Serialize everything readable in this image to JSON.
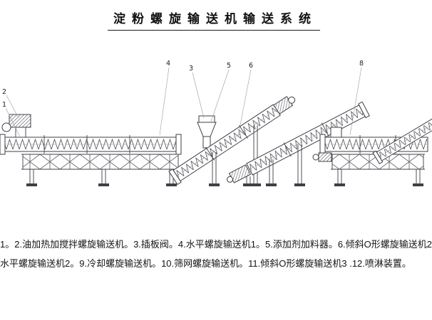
{
  "page": {
    "title": "淀粉螺旋输送机输送系统"
  },
  "diagram": {
    "callouts": [
      {
        "label": "1"
      },
      {
        "label": "2"
      },
      {
        "label": "3"
      },
      {
        "label": "4"
      },
      {
        "label": "5"
      },
      {
        "label": "6"
      },
      {
        "label": "8"
      }
    ]
  },
  "caption": {
    "line1": "1。2.油加热加搅拌螺旋输送机。3.插板阀。4.水平螺旋输送机1。5.添加剂加料器。6.倾斜O形螺旋输送机2",
    "line2": "水平螺旋输送机2。9.冷却螺旋输送机。10.筛网螺旋输送机。11.倾斜O形螺旋输送机3 .12.喷淋装置。"
  }
}
